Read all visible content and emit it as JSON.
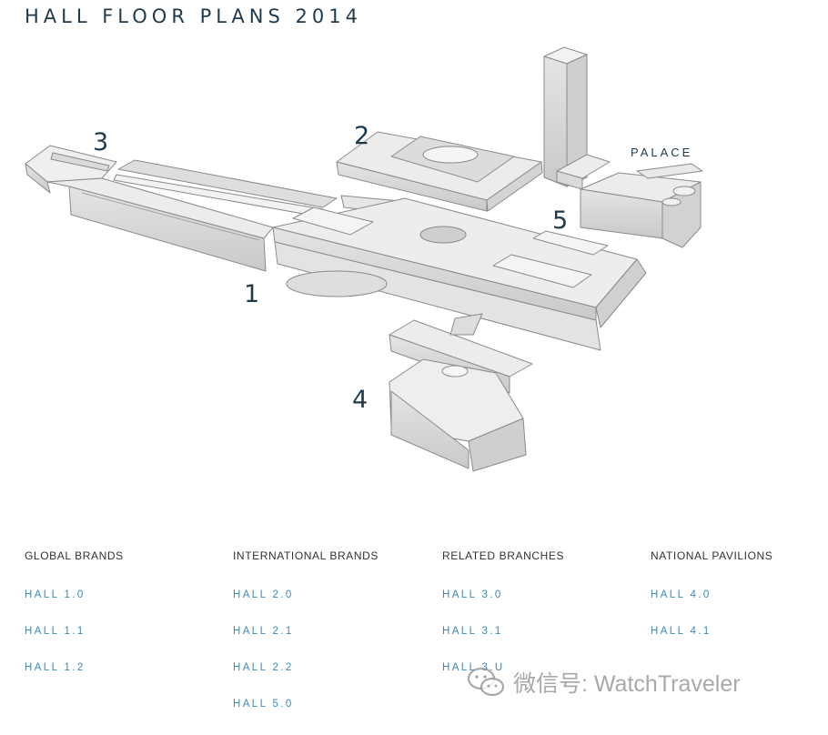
{
  "page": {
    "title": "HALL FLOOR PLANS 2014"
  },
  "map": {
    "halls": [
      {
        "id": "hall-1",
        "label": "1"
      },
      {
        "id": "hall-2",
        "label": "2"
      },
      {
        "id": "hall-3",
        "label": "3"
      },
      {
        "id": "hall-4",
        "label": "4"
      },
      {
        "id": "hall-5",
        "label": "5"
      }
    ],
    "palace_label": "PALACE"
  },
  "legend": {
    "columns": [
      {
        "heading": "GLOBAL BRANDS",
        "links": [
          "HALL 1.0",
          "HALL 1.1",
          "HALL 1.2"
        ]
      },
      {
        "heading": "INTERNATIONAL BRANDS",
        "links": [
          "HALL 2.0",
          "HALL 2.1",
          "HALL 2.2",
          "HALL 5.0"
        ]
      },
      {
        "heading": "RELATED BRANCHES",
        "links": [
          "HALL 3.0",
          "HALL 3.1",
          "HALL 3.U"
        ]
      },
      {
        "heading": "NATIONAL PAVILIONS",
        "links": [
          "HALL 4.0",
          "HALL 4.1"
        ]
      }
    ]
  },
  "watermark": {
    "text": "微信号: WatchTraveler",
    "icon": "wechat-icon"
  },
  "colors": {
    "title": "#1f3a4d",
    "link": "#3f87b5",
    "building": "#e6e6e6"
  }
}
